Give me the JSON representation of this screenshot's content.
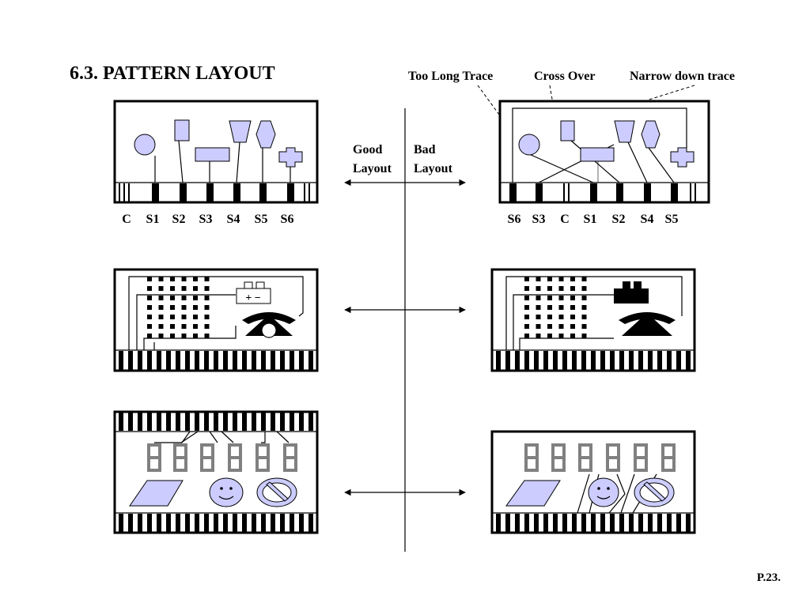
{
  "title": "6.3. PATTERN LAYOUT",
  "page_number": "P.23.",
  "divider": {
    "good_label_1": "Good",
    "good_label_2": "Layout",
    "bad_label_1": "Bad",
    "bad_label_2": "Layout"
  },
  "callouts": {
    "too_long_trace": "Too Long Trace",
    "cross_over": "Cross Over",
    "narrow_down_trace": "Narrow down trace"
  },
  "good_pins": [
    "C",
    "S1",
    "S2",
    "S3",
    "S4",
    "S5",
    "S6"
  ],
  "bad_pins": [
    "S6",
    "S3",
    "C",
    "S1",
    "S2",
    "S4",
    "S5"
  ],
  "battery_symbol": "+ −",
  "colors": {
    "shape_fill": "#ccccff",
    "segment_gray": "#808080",
    "ink": "#000000",
    "paper": "#ffffff"
  }
}
